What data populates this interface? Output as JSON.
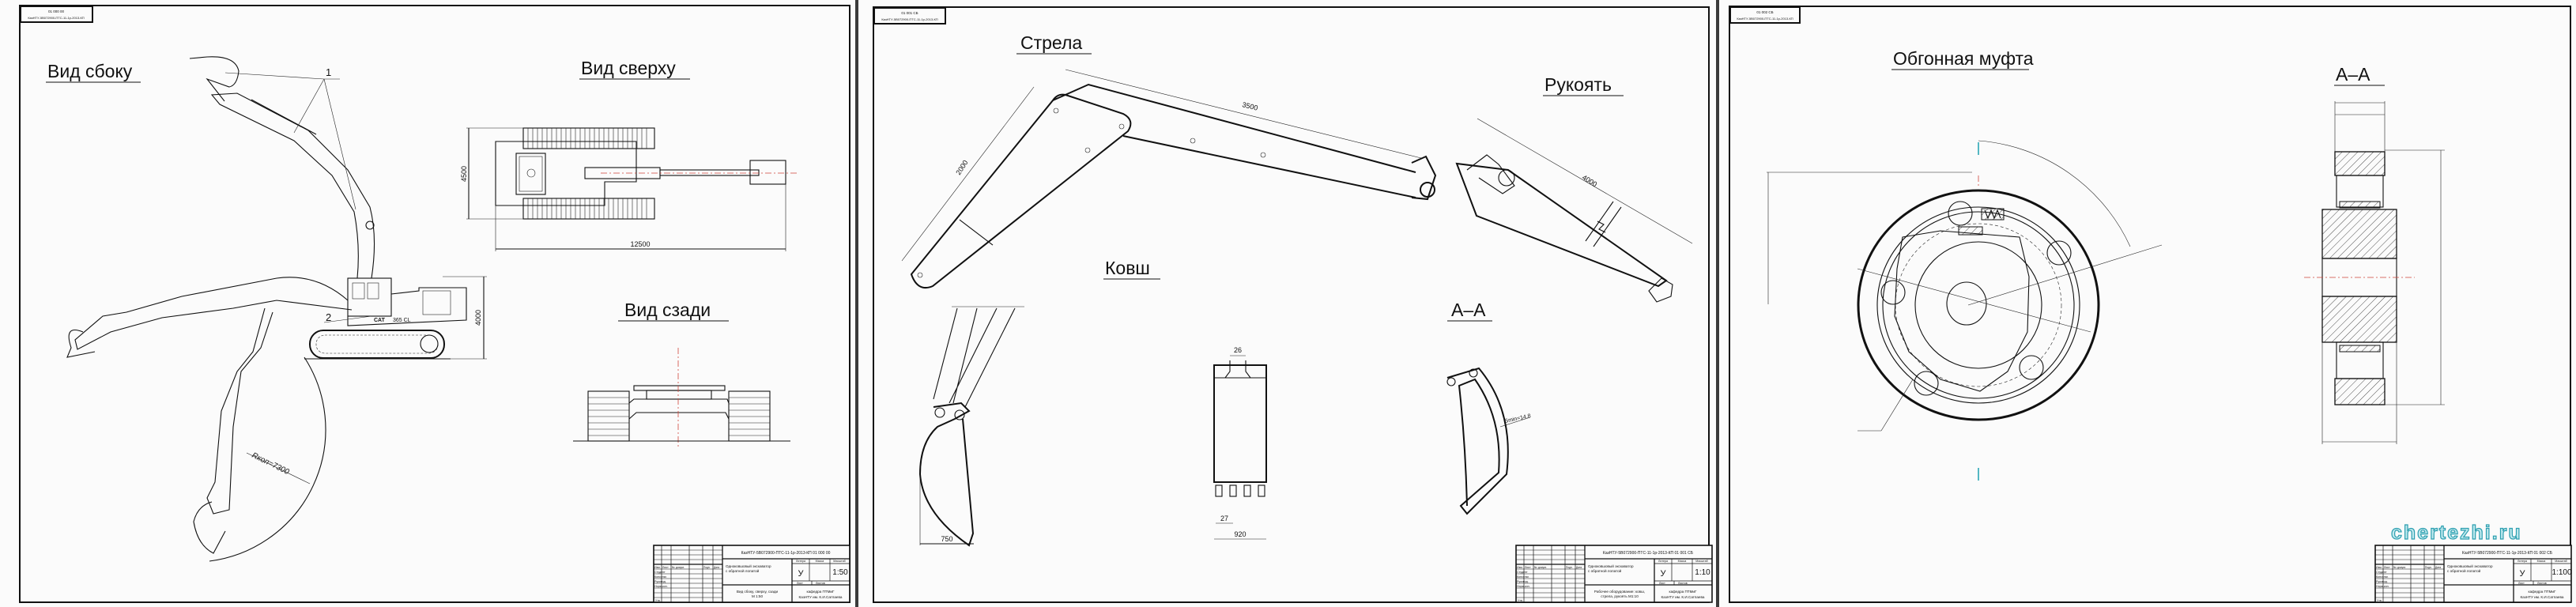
{
  "title_block_labels": {
    "izm": "Изм.",
    "list": "Лист",
    "doc": "№ докум.",
    "sign": "Подп.",
    "date": "Дата",
    "student": "Студент",
    "consultant": "Консульт.",
    "supervisor": "Руковод.",
    "norm_control": "Норм.кон.",
    "approved": "Утв.",
    "litera": "Литера",
    "mass": "Масса",
    "scale": "Масштаб",
    "sheet": "Лист",
    "sheets": "Листов"
  },
  "sheets": [
    {
      "stamp": {
        "line1": "01 000 00",
        "line2": "КазНТУ-5В072900-ПТС-11-1р-2013-КП"
      },
      "labels": {
        "side_view": "Вид сбоку",
        "top_view": "Вид сверху",
        "rear_view": "Вид сзади",
        "callout_1": "1",
        "callout_2": "2",
        "model_brand": "CAT",
        "model_name": "365 CL"
      },
      "dimensions": {
        "track_width": "4500",
        "overall_length": "12500",
        "height": "4000",
        "dig_radius": "Rкоп=7300"
      },
      "title_block": {
        "doc_code": "КазНТУ-5В072900-ПТС-11-1р-2013-КП 01   000 00",
        "product": [
          "Одноковшовый экскаватор",
          "с обратной лопатой"
        ],
        "sheet_title": [
          "Вид сбоку, сверху, сзади",
          "М 1:50"
        ],
        "litera": "У",
        "scale": "1:50",
        "department": [
          "кафедра ПТМиГ",
          "КазНТУ им. К.И.Сатпаева"
        ]
      }
    },
    {
      "stamp": {
        "line1": "01 001 СБ",
        "line2": "КазНТУ-5В072900-ПТС-11-1р-2013-КП"
      },
      "labels": {
        "boom": "Стрела",
        "stick": "Рукоять",
        "bucket": "Ковш",
        "section": "А–А"
      },
      "dimensions": {
        "boom_lower": "2000",
        "boom_upper": "3500",
        "stick_length": "4000",
        "tooth_gap": "26",
        "tooth_pitch": "27",
        "bucket_width": "920",
        "bucket_depth": "750",
        "wall_thickness": "Smin=14.8"
      },
      "title_block": {
        "doc_code": "КазНТУ-5В072900-ПТС-11-1р-2013-КП 01   001 СБ",
        "product": [
          "Одноковшовый экскаватор",
          "с обратной лопатой"
        ],
        "sheet_title": [
          "Рабочее оборудование: ковш,",
          "стрела, рукоять М1:10"
        ],
        "litera": "У",
        "scale": "1:10",
        "department": [
          "кафедра ПТМиГ",
          "КазНТУ им. К.И.Сатпаева"
        ]
      }
    },
    {
      "stamp": {
        "line1": "01 002 СБ",
        "line2": "КазНТУ-5В072900-ПТС-11-1р-2013-КП"
      },
      "labels": {
        "clutch": "Обгонная муфта",
        "section": "А–А"
      },
      "watermark": "chertezhi.ru",
      "title_block": {
        "doc_code": "КазНТУ-5В072900-ПТС-11-1р-2013-КП 01   002 СБ",
        "product": [
          "Одноковшовый экскаватор",
          "с обратной лопатой"
        ],
        "sheet_title": [
          "",
          ""
        ],
        "litera": "У",
        "scale": "1:100",
        "department": [
          "кафедра ПТМиГ",
          "КазНТУ им. К.И.Сатпаева"
        ]
      }
    }
  ]
}
